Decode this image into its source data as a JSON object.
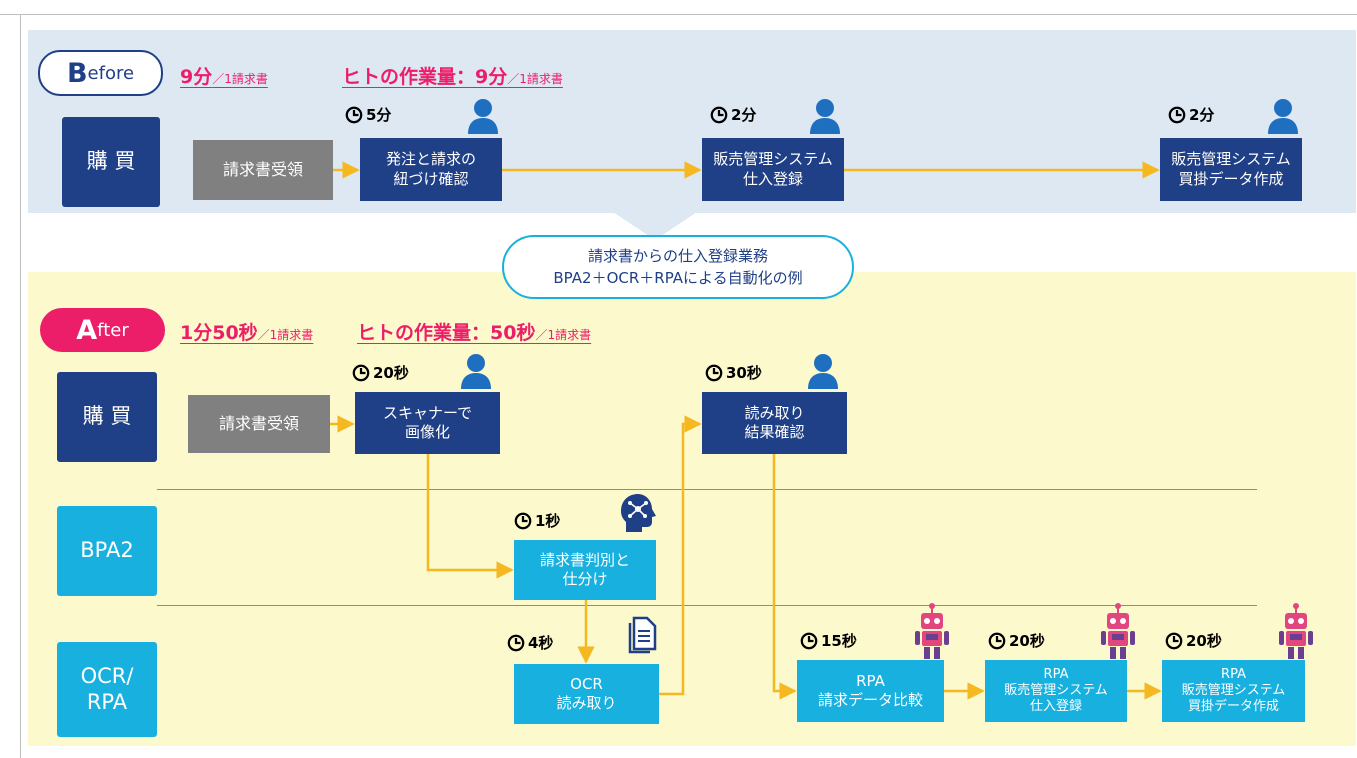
{
  "before": {
    "badge_letter": "B",
    "badge_rest": "efore",
    "total_time": "9分",
    "total_unit": "／1請求書",
    "human_label": "ヒトの作業量：9分",
    "human_unit": "／1請求書",
    "lane": "購 買",
    "steps": [
      {
        "label": "請求書受領"
      },
      {
        "label": "発注と請求の\n紐づけ確認",
        "time": "5分",
        "actor": "person-icon"
      },
      {
        "label": "販売管理システム\n仕入登録",
        "time": "2分",
        "actor": "person-icon"
      },
      {
        "label": "販売管理システム\n買掛データ作成",
        "time": "2分",
        "actor": "person-icon"
      }
    ]
  },
  "callout": {
    "line1": "請求書からの仕入登録業務",
    "line2": "BPA2＋OCR＋RPAによる自動化の例"
  },
  "after": {
    "badge_letter": "A",
    "badge_rest": "fter",
    "total_time": "1分50秒",
    "total_unit": "／1請求書",
    "human_label": "ヒトの作業量：50秒",
    "human_unit": "／1請求書",
    "lanes": [
      "購 買",
      "BPA2",
      "OCR/\nRPA"
    ],
    "steps": [
      {
        "label": "請求書受領"
      },
      {
        "label": "スキャナーで\n画像化",
        "time": "20秒",
        "actor": "person-icon"
      },
      {
        "label": "請求書判別と\n仕分け",
        "time": "1秒",
        "actor": "ai-head-icon"
      },
      {
        "label": "OCR\n読み取り",
        "time": "4秒",
        "actor": "document-icon"
      },
      {
        "label": "読み取り\n結果確認",
        "time": "30秒",
        "actor": "person-icon"
      },
      {
        "label": "RPA\n請求データ比較",
        "time": "15秒",
        "actor": "robot-icon"
      },
      {
        "label": "RPA\n販売管理システム\n仕入登録",
        "time": "20秒",
        "actor": "robot-icon"
      },
      {
        "label": "RPA\n販売管理システム\n買掛データ作成",
        "time": "20秒",
        "actor": "robot-icon"
      }
    ]
  },
  "colors": {
    "navy": "#1f3f86",
    "cyan": "#18b1df",
    "gray": "#808080",
    "pink": "#ec1e6a",
    "arrow": "#f5b820",
    "before_band": "#dde8f3",
    "after_band": "#fcf9cc"
  }
}
